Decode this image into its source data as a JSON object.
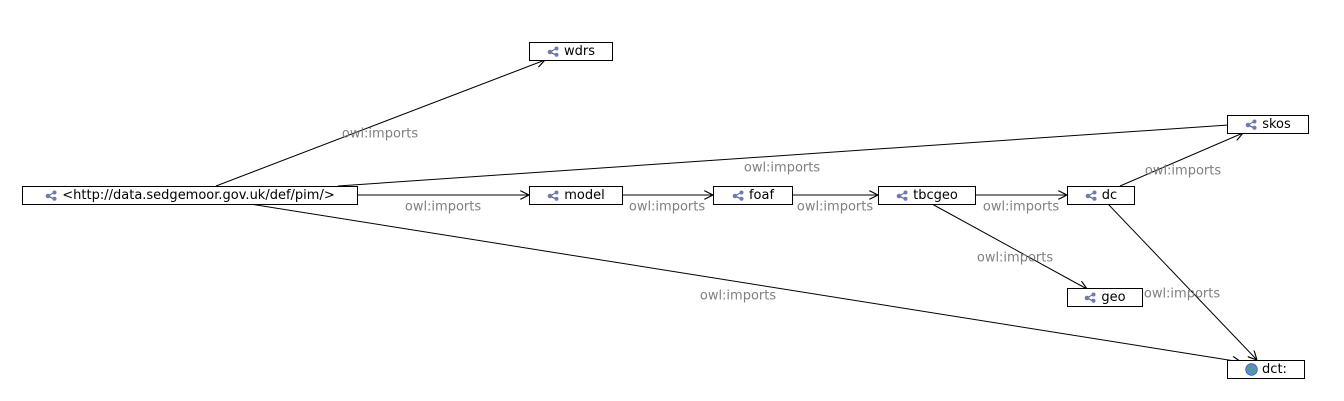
{
  "nodes": [
    {
      "id": "pim",
      "label": "<http://data.sedgemoor.gov.uk/def/pim/>",
      "icon": "ontology-icon"
    },
    {
      "id": "wdrs",
      "label": "wdrs",
      "icon": "ontology-icon"
    },
    {
      "id": "model",
      "label": "model",
      "icon": "ontology-icon"
    },
    {
      "id": "foaf",
      "label": "foaf",
      "icon": "ontology-icon"
    },
    {
      "id": "tbcgeo",
      "label": "tbcgeo",
      "icon": "ontology-icon"
    },
    {
      "id": "dc",
      "label": "dc",
      "icon": "ontology-icon"
    },
    {
      "id": "skos",
      "label": "skos",
      "icon": "ontology-icon"
    },
    {
      "id": "geo",
      "label": "geo",
      "icon": "ontology-icon"
    },
    {
      "id": "dct",
      "label": "dct:",
      "icon": "globe-icon"
    }
  ],
  "edges": [
    {
      "from": "pim",
      "to": "wdrs",
      "label": "owl:imports"
    },
    {
      "from": "pim",
      "to": "skos",
      "label": "owl:imports"
    },
    {
      "from": "pim",
      "to": "model",
      "label": "owl:imports"
    },
    {
      "from": "pim",
      "to": "dct",
      "label": "owl:imports"
    },
    {
      "from": "model",
      "to": "foaf",
      "label": "owl:imports"
    },
    {
      "from": "foaf",
      "to": "tbcgeo",
      "label": "owl:imports"
    },
    {
      "from": "tbcgeo",
      "to": "dc",
      "label": "owl:imports"
    },
    {
      "from": "tbcgeo",
      "to": "geo",
      "label": "owl:imports"
    },
    {
      "from": "dc",
      "to": "skos",
      "label": "owl:imports"
    },
    {
      "from": "dc",
      "to": "dct",
      "label": "owl:imports"
    }
  ]
}
